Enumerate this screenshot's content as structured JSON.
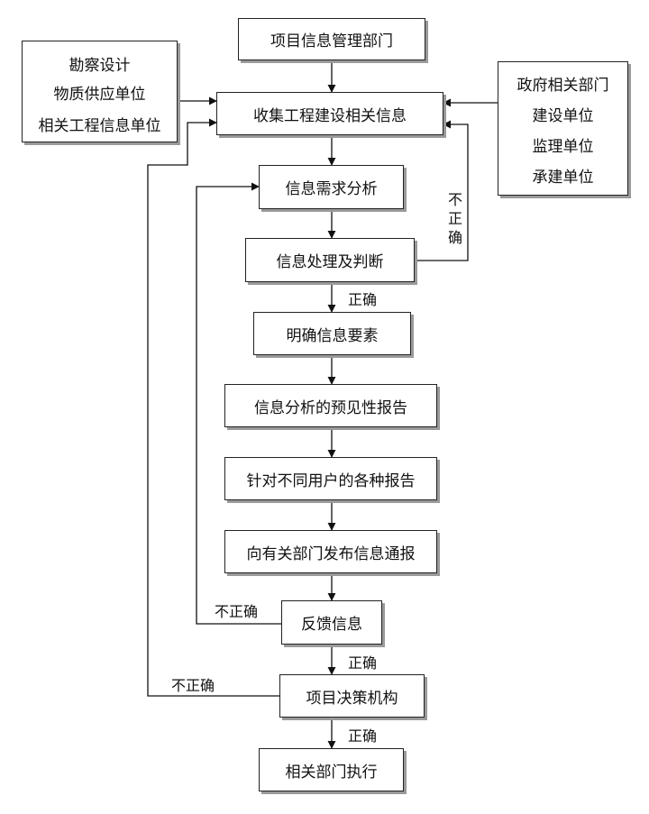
{
  "nodes": {
    "project_info_dept": "项目信息管理部门",
    "collect_info": "收集工程建设相关信息",
    "needs_analysis": "信息需求分析",
    "process_judge": "信息处理及判断",
    "clarify_elements": "明确信息要素",
    "predictive_report": "信息分析的预见性报告",
    "user_reports": "针对不同用户的各种报告",
    "publish_bulletin": "向有关部门发布信息通报",
    "feedback": "反馈信息",
    "decision_body": "项目决策机构",
    "execution": "相关部门执行"
  },
  "left_sources": [
    "勘察设计",
    "物质供应单位",
    "相关工程信息单位"
  ],
  "right_sources": [
    "政府相关部门",
    "建设单位",
    "监理单位",
    "承建单位"
  ],
  "labels": {
    "correct": "正确",
    "incorrect": "不正确",
    "incorrect_vertical": [
      "不",
      "正",
      "确"
    ]
  }
}
